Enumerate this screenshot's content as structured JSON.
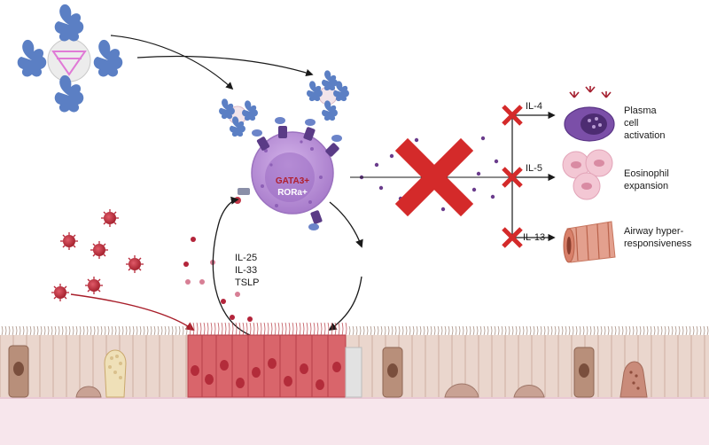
{
  "cell": {
    "marker_1": "GATA3+",
    "marker_2": "RORa+"
  },
  "alarmins": [
    "IL-25",
    "IL-33",
    "TSLP"
  ],
  "cytokines": [
    "IL-4",
    "IL-5",
    "IL-13"
  ],
  "outcomes": {
    "plasma": [
      "Plasma",
      "cell",
      "activation"
    ],
    "eosinophil": [
      "Eosinophil",
      "expansion"
    ],
    "airway": [
      "Airway hyper-",
      "responsiveness"
    ]
  },
  "colors": {
    "ilc2": "#b98fd6",
    "ilc2_nucleus": "#9b6bc2",
    "block_x": "#d42a2a",
    "allergen": "#c23a4a",
    "antibody": "#5b7fc4",
    "receptor": "#5a3b86",
    "epithelium": "#e8d3c8",
    "inflamed_epithelium": "#d9656b",
    "basement": "#f6e4ea"
  },
  "icons": [
    "antibody-complex-icon",
    "allergen-particle-icon",
    "ilc2-cell-icon",
    "block-x-icon",
    "plasma-cell-icon",
    "eosinophil-icon",
    "airway-icon",
    "epithelium-icon"
  ]
}
